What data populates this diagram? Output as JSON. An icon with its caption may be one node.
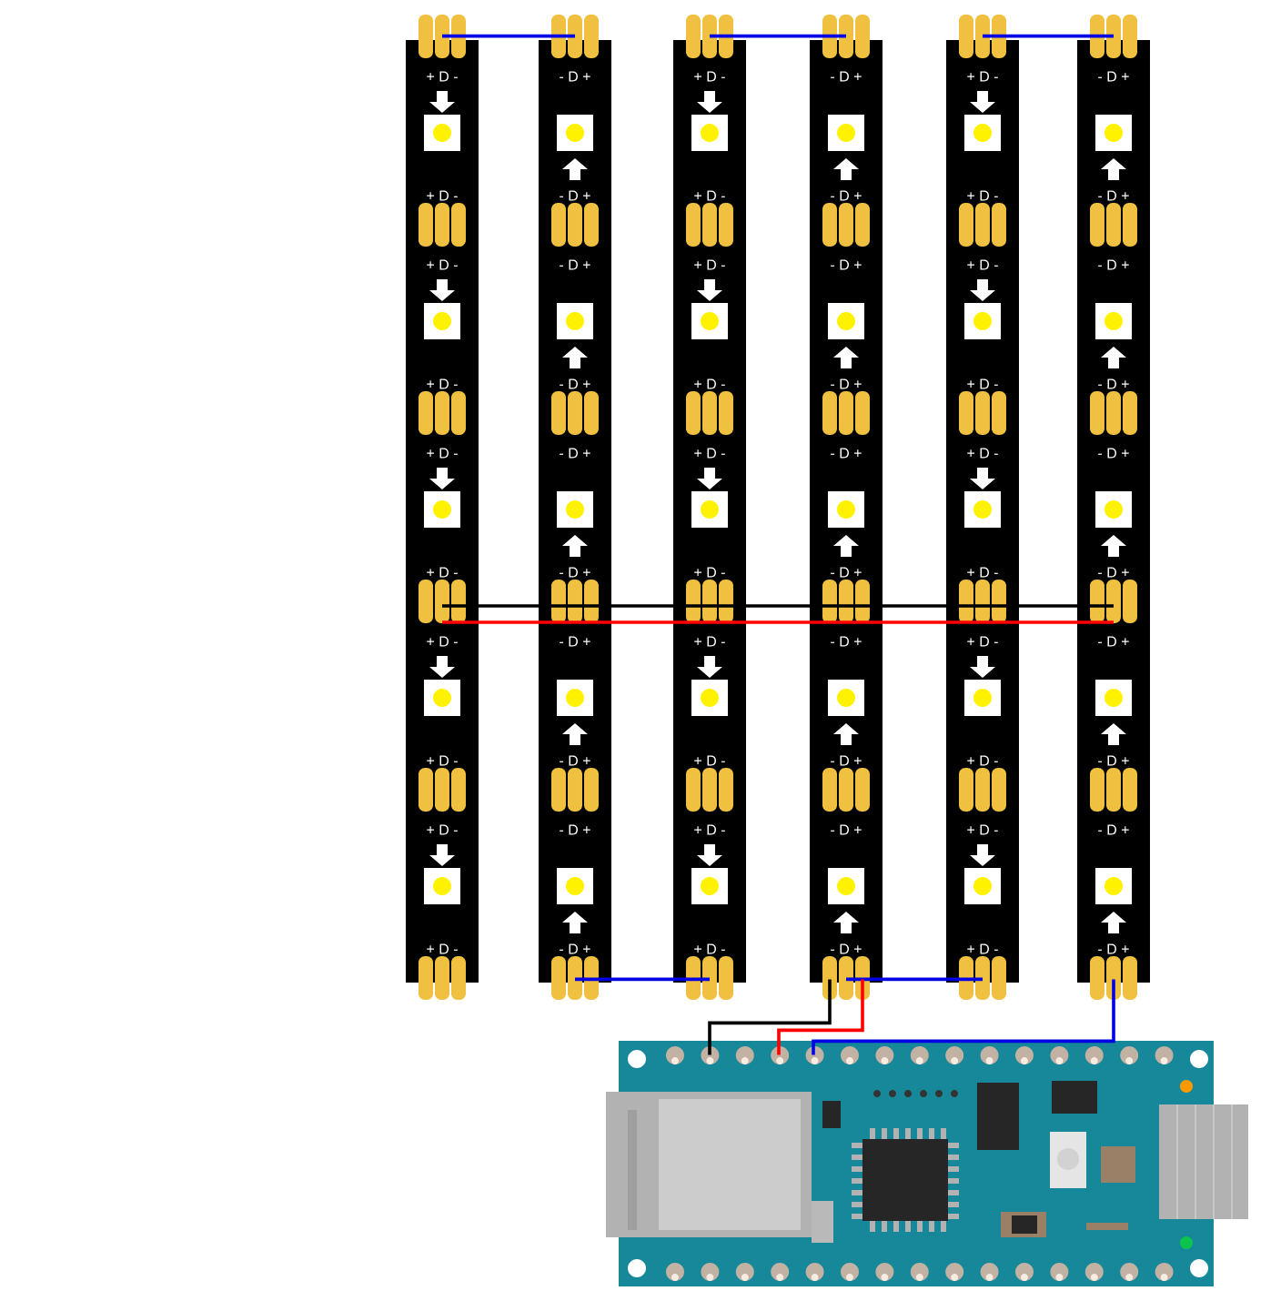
{
  "diagram": {
    "nodes": [
      {
        "text": [
          "+ D -",
          "+ D -",
          "+ D -",
          "+ D -",
          "+ D -",
          "+ D -",
          "+ D -",
          "+ D -",
          "+ D -",
          "+ D -"
        ]
      },
      {
        "text": [
          "- D +",
          "- D +",
          "- D +",
          "- D +",
          "- D +",
          "- D +",
          "- D +",
          "- D +",
          "- D +",
          "- D +"
        ]
      },
      {
        "text": [
          "+ D -",
          "+ D -",
          "+ D -",
          "+ D -",
          "+ D -",
          "+ D -",
          "+ D -",
          "+ D -",
          "+ D -",
          "+ D -"
        ]
      },
      {
        "text": [
          "- D +",
          "- D +",
          "- D +",
          "- D +",
          "- D +",
          "- D +",
          "- D +",
          "- D +",
          "- D +",
          "- D +"
        ]
      },
      {
        "text": [
          "+ D -",
          "+ D -",
          "+ D -",
          "+ D -",
          "+ D -",
          "+ D -",
          "+ D -",
          "+ D -",
          "+ D -",
          "+ D -"
        ]
      },
      {
        "text": [
          "- D +",
          "- D +",
          "- D +",
          "- D +",
          "- D +",
          "- D +",
          "- D +",
          "- D +",
          "- D +",
          "- D +"
        ]
      },
      {
        "text": [],
        "shape": "picture"
      }
    ],
    "edges": [
      {
        "from": 0,
        "to": 1,
        "arrow": "none",
        "color": "#0000e6"
      },
      {
        "from": 2,
        "to": 3,
        "arrow": "none",
        "color": "#0000e6"
      },
      {
        "from": 4,
        "to": 5,
        "arrow": "none",
        "color": "#0000e6"
      },
      {
        "from": 1,
        "to": 2,
        "arrow": "none",
        "color": "#0000e6"
      },
      {
        "from": 3,
        "to": 4,
        "arrow": "none",
        "color": "#0000e6"
      },
      {
        "from": 0,
        "to": 1,
        "arrow": "none",
        "color": "#000000"
      },
      {
        "from": 1,
        "to": 2,
        "arrow": "none",
        "color": "#000000"
      },
      {
        "from": 2,
        "to": 3,
        "arrow": "none",
        "color": "#000000"
      },
      {
        "from": 3,
        "to": 4,
        "arrow": "none",
        "color": "#000000"
      },
      {
        "from": 4,
        "to": 5,
        "arrow": "none",
        "color": "#000000"
      },
      {
        "from": 0,
        "to": 1,
        "arrow": "none",
        "color": "#ff0000"
      },
      {
        "from": 1,
        "to": 2,
        "arrow": "none",
        "color": "#ff0000"
      },
      {
        "from": 2,
        "to": 3,
        "arrow": "none",
        "color": "#ff0000"
      },
      {
        "from": 3,
        "to": 4,
        "arrow": "none",
        "color": "#ff0000"
      },
      {
        "from": 4,
        "to": 5,
        "arrow": "none",
        "color": "#ff0000"
      },
      {
        "from": 3,
        "to": 6,
        "arrow": "none",
        "color": "#000000"
      },
      {
        "from": 3,
        "to": 6,
        "arrow": "none",
        "color": "#ff0000"
      },
      {
        "from": 5,
        "to": 6,
        "arrow": "none",
        "color": "#0000e6"
      }
    ]
  }
}
